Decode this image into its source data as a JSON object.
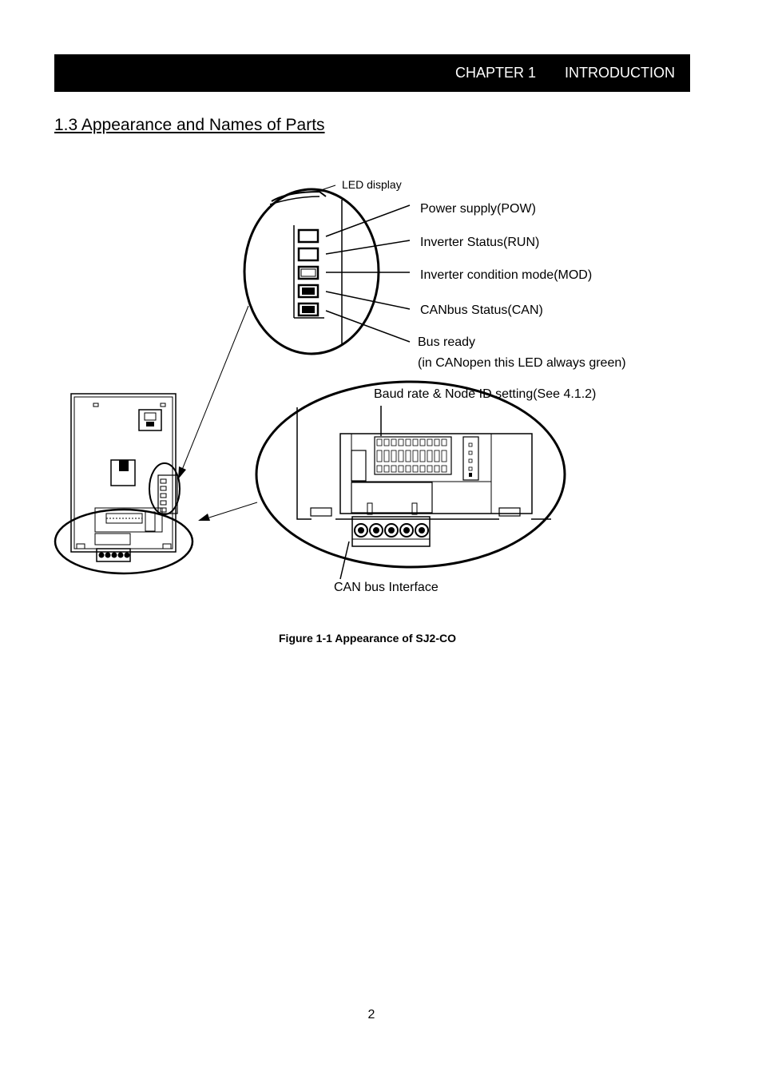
{
  "header": {
    "chapter": "CHAPTER 1",
    "title": "INTRODUCTION"
  },
  "section": {
    "title": "1.3 Appearance and Names of Parts"
  },
  "figure": {
    "labels": {
      "led_display": "LED display",
      "power_supply": "Power supply(POW)",
      "inverter_status": "Inverter Status(RUN)",
      "inverter_condition": "Inverter condition mode(MOD)",
      "canbus_status": "CANbus Status(CAN)",
      "bus_ready": "Bus ready",
      "bus_ready_note": "(in CANopen this LED always green)",
      "baud_rate": "Baud rate & Node ID setting(See 4.1.2)",
      "can_interface": "CAN bus Interface"
    },
    "caption": "Figure 1-1 Appearance of SJ2-CO"
  },
  "footer": {
    "page_number": "2"
  }
}
